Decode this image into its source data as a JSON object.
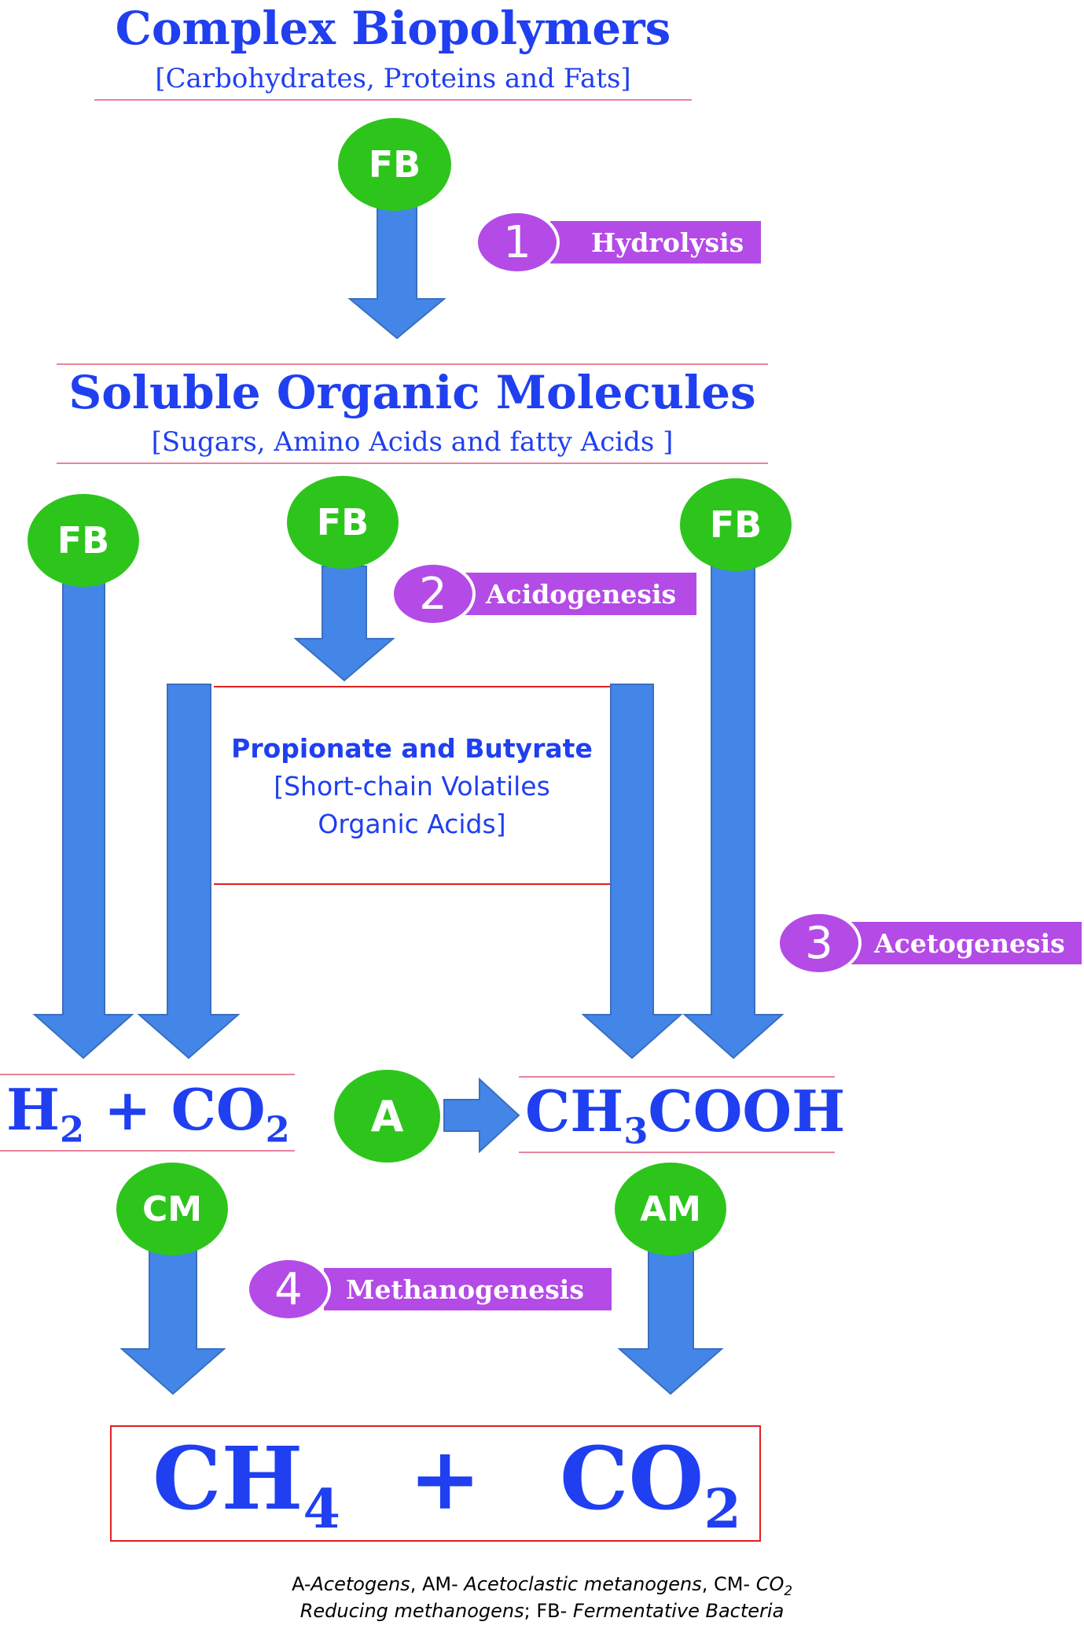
{
  "complex": {
    "title": "Complex Biopolymers",
    "subtitle": "[Carbohydrates, Proteins and Fats]"
  },
  "soluble": {
    "title": "Soluble Organic Molecules",
    "subtitle": "[Sugars, Amino Acids and fatty Acids ]"
  },
  "intermediate": {
    "title": "Propionate and Butyrate",
    "line1": "[Short-chain Volatiles",
    "line2": "Organic Acids]"
  },
  "steps": [
    {
      "number": "1",
      "label": "Hydrolysis"
    },
    {
      "number": "2",
      "label": "Acidogenesis"
    },
    {
      "number": "3",
      "label": "Acetogenesis"
    },
    {
      "number": "4",
      "label": "Methanogenesis"
    }
  ],
  "organisms": {
    "fb": "FB",
    "a": "A",
    "cm": "CM",
    "am": "AM"
  },
  "products": {
    "h2": "H",
    "h2_sub": "2",
    "plus": "+",
    "co2": "CO",
    "co2_sub": "2",
    "acetic_a": "CH",
    "acetic_sub": "3",
    "acetic_b": "COOH",
    "ch4": "CH",
    "ch4_sub": "4",
    "final_plus": "+",
    "final_co2": "CO",
    "final_co2_sub": "2"
  },
  "footer": {
    "l1_a": "A-",
    "l1_b": "Acetogens",
    "l1_c": ", AM- ",
    "l1_d": "Acetoclastic metanogens",
    "l1_e": ", CM- ",
    "l1_f": "CO",
    "l1_f_sub": "2",
    "l2_a": "Reducing methanogens",
    "l2_b": "; FB- ",
    "l2_c": "Fermentative Bacteria"
  },
  "colors": {
    "title_blue": "#1f3ff0",
    "arrow_blue": "#4386e8",
    "arrow_stroke": "#3a6fc0",
    "organism_green": "#2dc51c",
    "step_purple": "#b44be6",
    "rule_pink": "#e8839a",
    "box_red": "#e02020"
  },
  "icons": {
    "arrow": "down-arrow-icon",
    "right_arrow": "right-arrow-icon"
  }
}
